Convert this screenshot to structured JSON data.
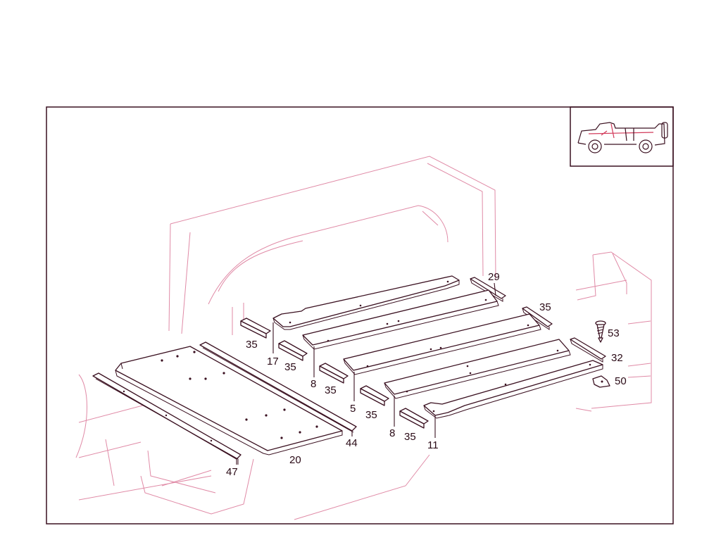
{
  "diagram": {
    "callouts": {
      "c29": "29",
      "c35_top_right": "35",
      "c53": "53",
      "c32": "32",
      "c50": "50",
      "c35_left": "35",
      "c17": "17",
      "c35_a": "35",
      "c8_a": "8",
      "c35_b": "35",
      "c5": "5",
      "c35_c": "35",
      "c8_b": "8",
      "c35_d": "35",
      "c11": "11",
      "c44": "44",
      "c20": "20",
      "c47": "47"
    },
    "thumbnail": {
      "icon": "vehicle-convertible-icon"
    },
    "colors": {
      "outline": "#3a1020",
      "ghost": "#e08aa6",
      "highlight": "#d23a5a"
    }
  }
}
